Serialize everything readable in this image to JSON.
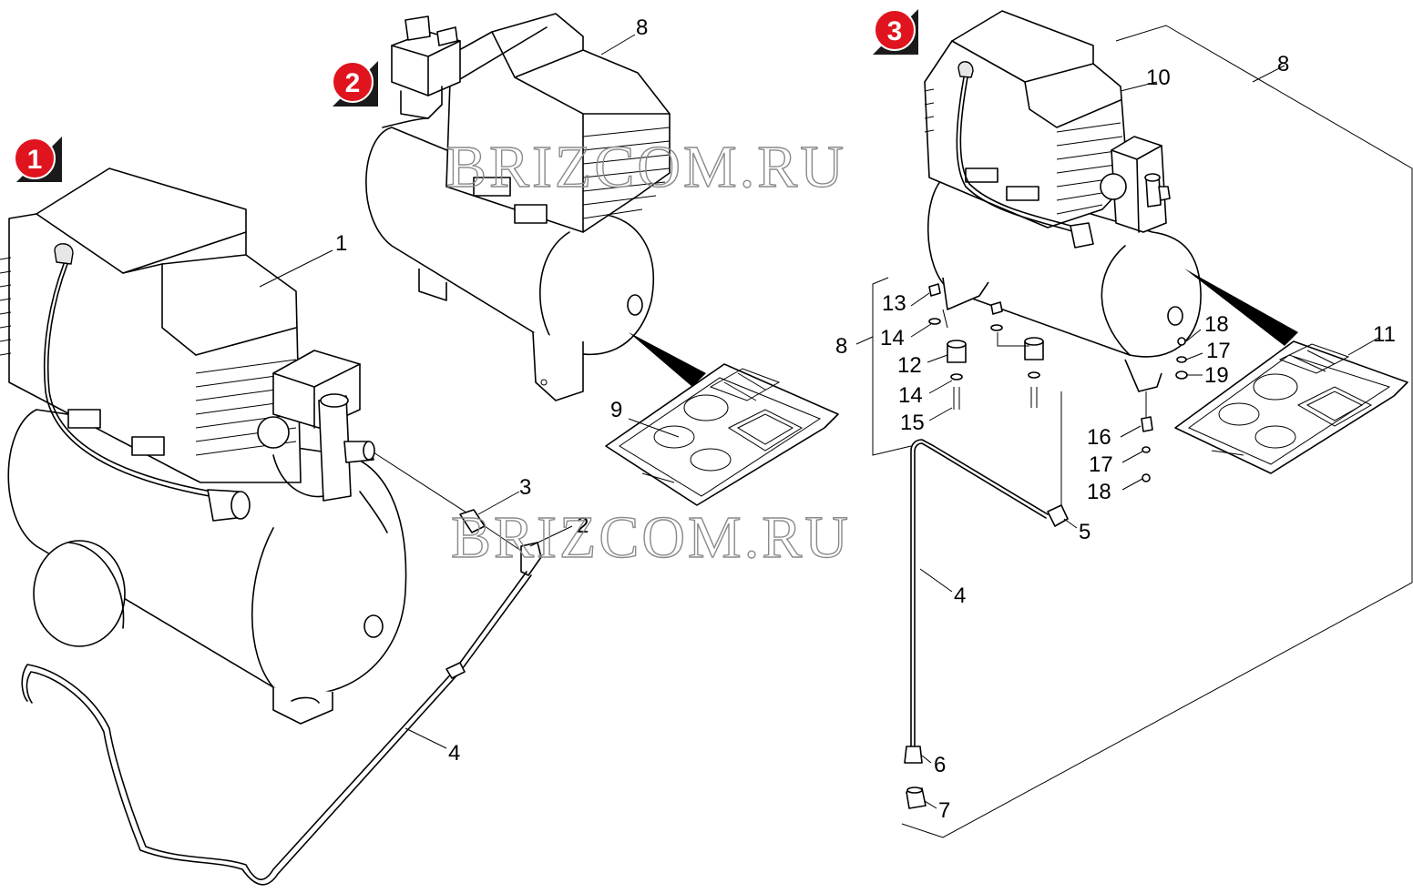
{
  "watermark": "BRIZCOM.RU",
  "colors": {
    "badge_red": "#e0141e",
    "badge_shadow": "#1a1a1a",
    "line": "#000000",
    "watermark": "#8a8a8a"
  },
  "badges": [
    "1",
    "2",
    "3"
  ],
  "labels": {
    "v1": {
      "l1": "1",
      "l2": "2",
      "l3": "3",
      "l4": "4"
    },
    "v2": {
      "l8": "8",
      "l9": "9"
    },
    "v3": {
      "l8a": "8",
      "l8b": "8",
      "l10": "10",
      "l11": "11",
      "l13": "13",
      "l14a": "14",
      "l12": "12",
      "l14b": "14",
      "l15": "15",
      "l18a": "18",
      "l17a": "17",
      "l19": "19",
      "l16": "16",
      "l17b": "17",
      "l18b": "18",
      "l5": "5",
      "l4": "4",
      "l6": "6",
      "l7": "7"
    }
  }
}
